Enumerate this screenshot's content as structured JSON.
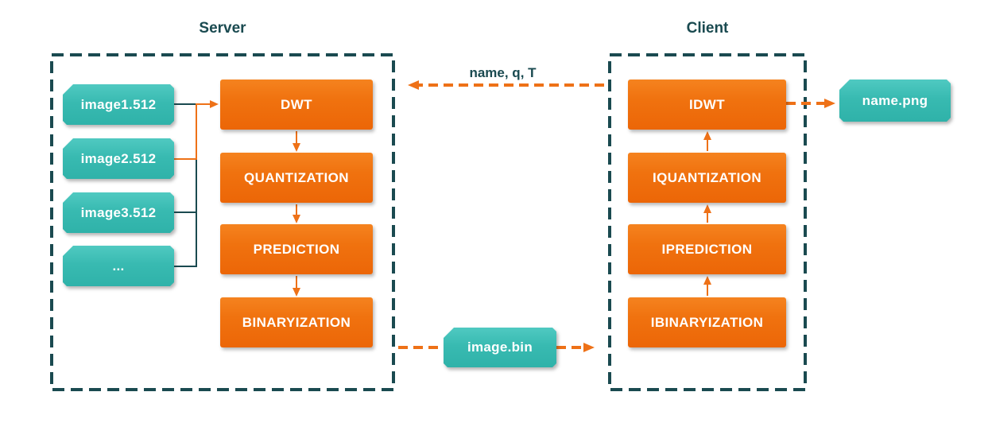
{
  "server": {
    "title": "Server",
    "inputs": [
      "image1.512",
      "image2.512",
      "image3.512",
      "..."
    ],
    "steps": [
      "DWT",
      "QUANTIZATION",
      "PREDICTION",
      "BINARYIZATION"
    ]
  },
  "client": {
    "title": "Client",
    "steps": [
      "IDWT",
      "IQUANTIZATION",
      "IPREDICTION",
      "IBINARYIZATION"
    ],
    "output_file": "name.png"
  },
  "transfer": {
    "params_label": "name, q, T",
    "bitstream_file": "image.bin"
  },
  "colors": {
    "orange": "#ee7117",
    "teal": "#3bbcb4",
    "dark_teal": "#1a4a50"
  }
}
